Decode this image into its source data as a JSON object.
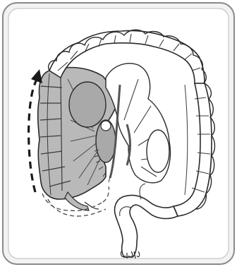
{
  "figure": {
    "frame": "rounded-border",
    "subject": "large-intestine-diagram",
    "colors": {
      "background": "#ffffff",
      "frame_fill": "#f2f2f2",
      "frame_stroke": "#8a8a8a",
      "outline": "#2a2a2a",
      "highlight_fill": "#b9b9b9",
      "organ_fill": "#ffffff",
      "arrow": "#1a1a1a",
      "dashed_path": "#555555"
    },
    "icons": [
      "dashed-curved-arrow",
      "dashed-displacement-path"
    ]
  }
}
